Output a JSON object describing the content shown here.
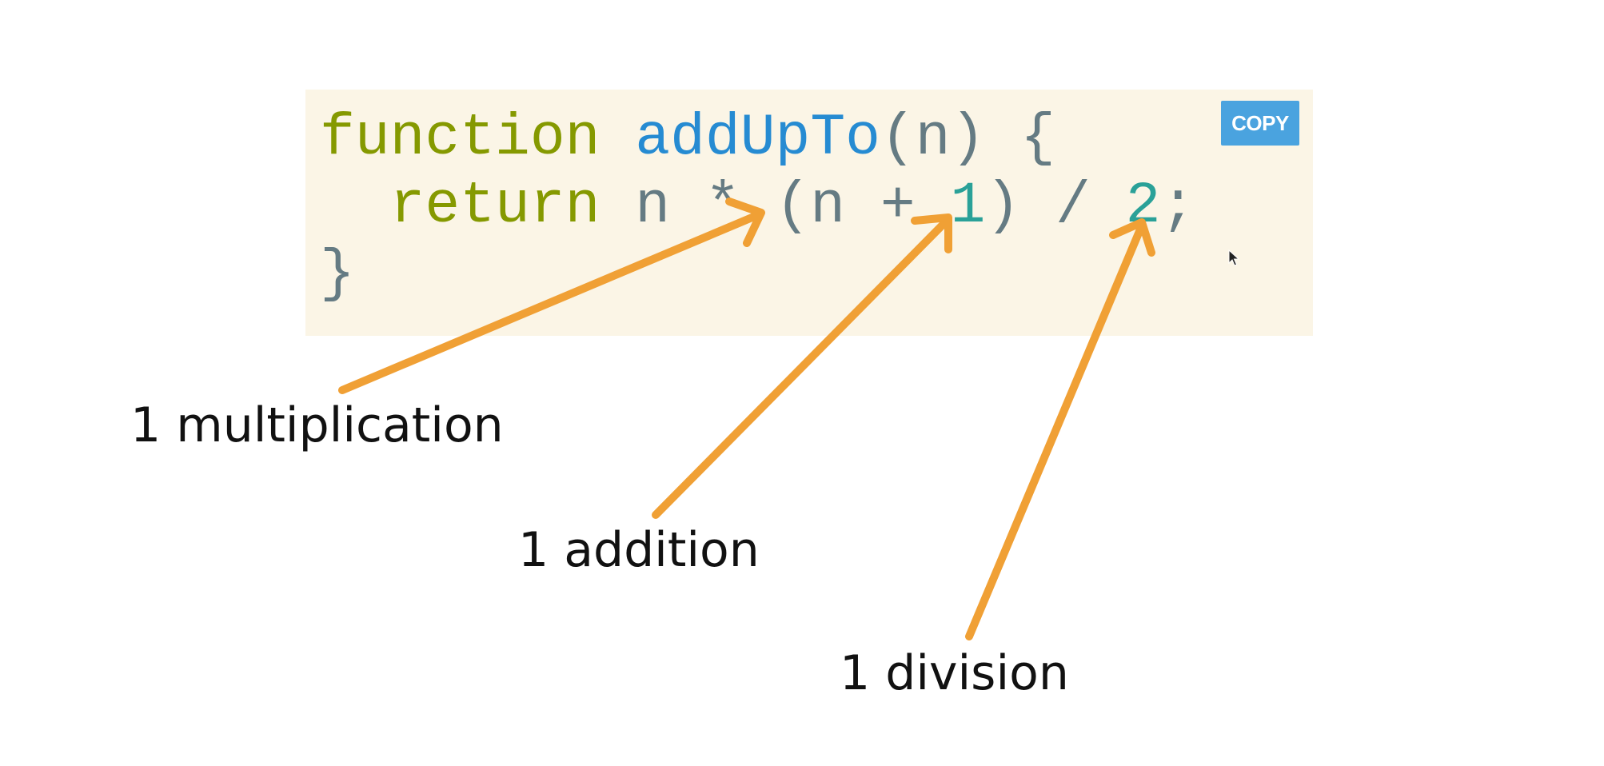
{
  "code": {
    "lines": [
      [
        {
          "t": "function",
          "c": "kw"
        },
        {
          "t": " ",
          "c": "op"
        },
        {
          "t": "addUpTo",
          "c": "fn"
        },
        {
          "t": "(n) {",
          "c": "op"
        }
      ],
      [
        {
          "t": "  ",
          "c": "op"
        },
        {
          "t": "return",
          "c": "kw"
        },
        {
          "t": " n * (n + ",
          "c": "op"
        },
        {
          "t": "1",
          "c": "num"
        },
        {
          "t": ") / ",
          "c": "op"
        },
        {
          "t": "2",
          "c": "num"
        },
        {
          "t": ";",
          "c": "op"
        }
      ],
      [
        {
          "t": "}",
          "c": "op"
        }
      ]
    ]
  },
  "copy_button": {
    "label": "COPY"
  },
  "annotations": {
    "multiplication": "1 multiplication",
    "addition": "1 addition",
    "division": "1 division"
  },
  "colors": {
    "code_background": "#fbf5e6",
    "keyword": "#859900",
    "function_name": "#268bd2",
    "number": "#2aa198",
    "plain": "#657b83",
    "arrow": "#f0a035",
    "copy_button": "#4aa3df"
  },
  "icons": {
    "arrow_icon": "arrow-icon",
    "cursor_icon": "cursor-icon"
  }
}
